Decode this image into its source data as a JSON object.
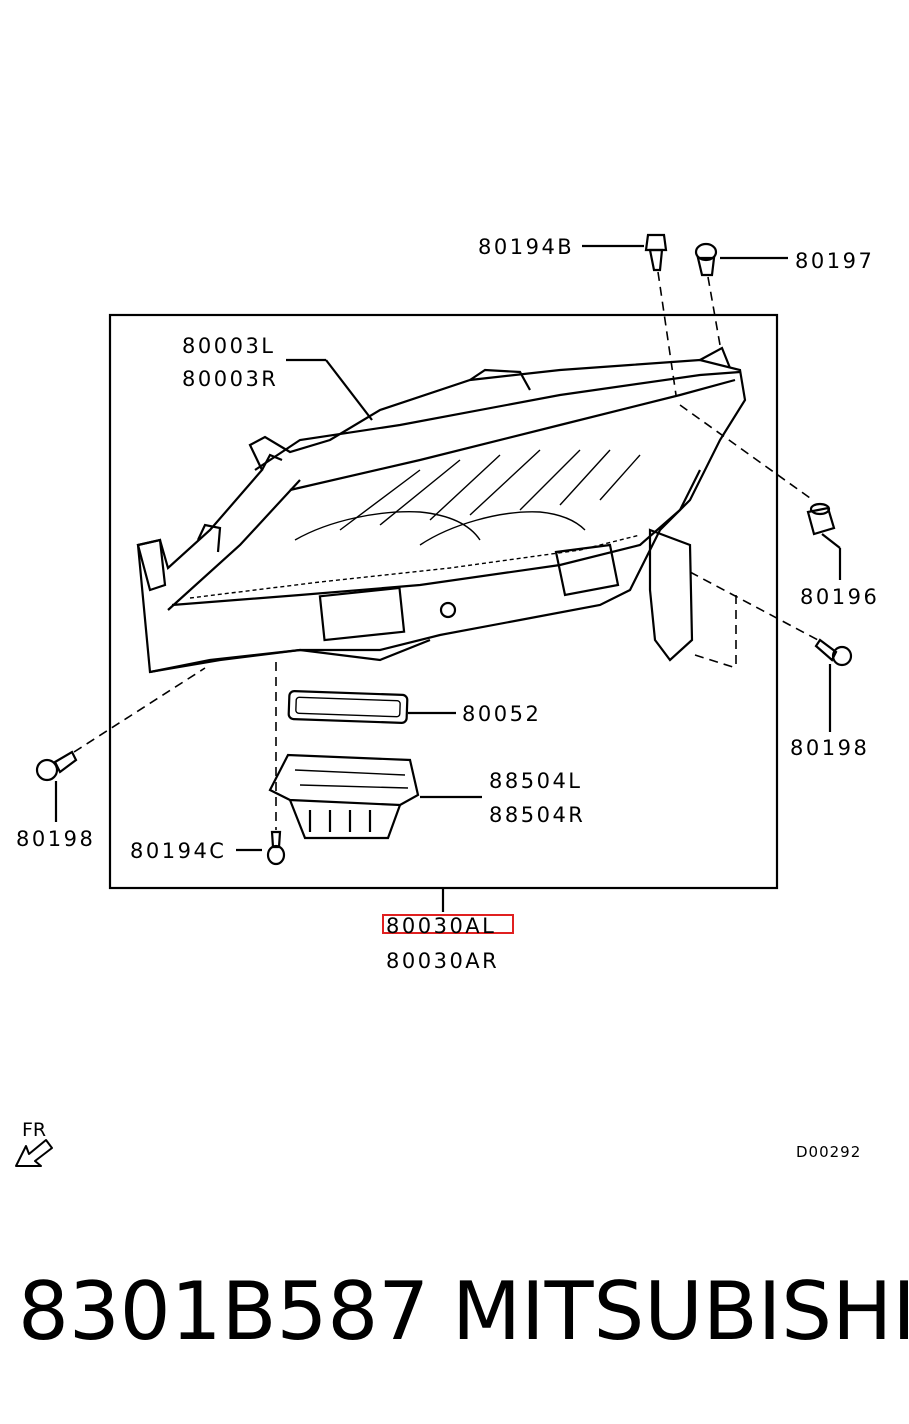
{
  "callouts": {
    "c80194B": "80194B",
    "c80197": "80197",
    "c80003L": "80003L",
    "c80003R": "80003R",
    "c80196": "80196",
    "c80198_right": "80198",
    "c80052": "80052",
    "c88504L": "88504L",
    "c88504R": "88504R",
    "c80198_left": "80198",
    "c80194C": "80194C",
    "c80030AL": "80030AL",
    "c80030AR": "80030AR"
  },
  "direction_marker": {
    "label": "FR",
    "icon": "arrow-down-left-icon"
  },
  "diagram_code": "D00292",
  "footer": {
    "part_number": "8301B587",
    "brand": "MITSUBISHI"
  },
  "highlight_color": "#e02020"
}
